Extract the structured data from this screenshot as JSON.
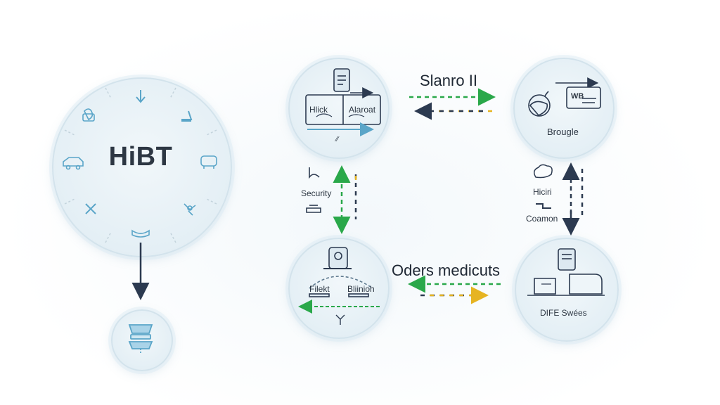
{
  "hub": {
    "title": "HiBT"
  },
  "top_left_node": {
    "label_left": "Hlick",
    "label_right": "Alaroat",
    "caption": "⁄⁄"
  },
  "top_right_node": {
    "caption": "Brougle",
    "card_text": "WB"
  },
  "bottom_left_node": {
    "label_left": "Filekt",
    "label_right": "Bliinioh"
  },
  "bottom_right_node": {
    "caption": "DIFE Swées"
  },
  "top_link": {
    "label": "Slanro II"
  },
  "bottom_link": {
    "label": "Oders medicuts"
  },
  "left_link": {
    "label": "Security"
  },
  "right_link": {
    "label_top": "Hiciri",
    "label_bottom": "Coamon"
  },
  "colors": {
    "green": "#2aa84a",
    "yellow": "#e6b422",
    "navy": "#2c3a50",
    "accent_blue": "#5aa5c8",
    "node_fill": "#e4eff5"
  },
  "icons": [
    "arrow-down-icon",
    "wrench-icon",
    "gear-icon",
    "car-icon",
    "cloud-icon",
    "monitor-icon",
    "phone-icon",
    "cup-icon",
    "server-icon"
  ]
}
